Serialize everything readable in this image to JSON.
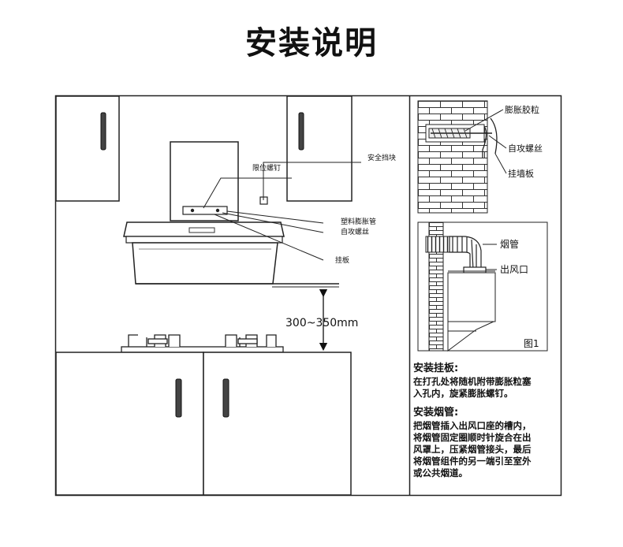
{
  "title": "安装说明",
  "main": {
    "labels": {
      "limit_screw": "限位螺钉",
      "safety_block": "安全挡块",
      "plastic_anchor": "塑料膨胀管",
      "tapping_screw": "自攻螺丝",
      "hanging_plate": "挂板",
      "distance": "300~350mm"
    }
  },
  "side": {
    "wall_labels": {
      "expansion_anchor": "膨胀胶粒",
      "tapping_screw": "自攻螺丝",
      "wall_plate": "挂墙板"
    },
    "duct_labels": {
      "duct": "烟管",
      "outlet": "出风口",
      "figure": "图1"
    },
    "instructions": [
      {
        "heading": "安装挂板:",
        "lines": [
          "在打孔处将随机附带膨胀粒塞",
          "入孔内，旋紧膨胀螺钉。"
        ]
      },
      {
        "heading": "安装烟管:",
        "lines": [
          "把烟管插入出风口座的槽内，",
          "将烟管固定圈顺时针旋合在出",
          "风罩上，压紧烟管接头，最后",
          "将烟管组件的另一端引至室外",
          "或公共烟道。"
        ]
      }
    ]
  }
}
